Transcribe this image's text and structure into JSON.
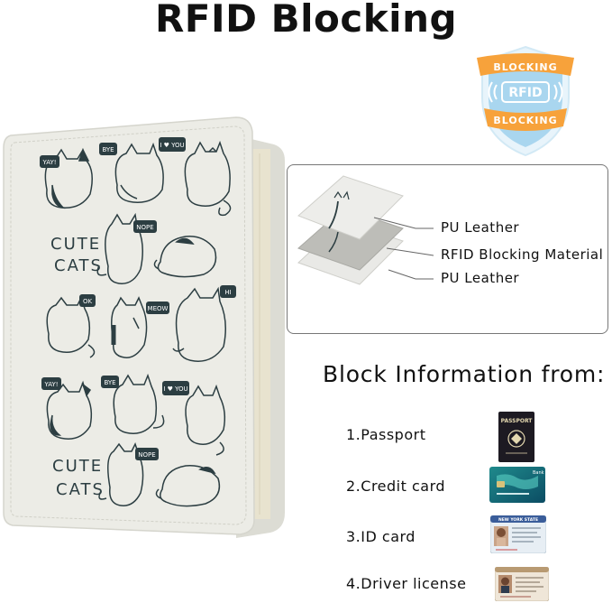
{
  "title": "RFID Blocking",
  "badge": {
    "top_text": "BLOCKING",
    "center_text": "RFID",
    "bottom_text": "BLOCKING",
    "colors": {
      "ribbon": "#f7a23b",
      "shield": "#a9d6ef",
      "shield_border": "#e8f4fb"
    }
  },
  "wallet": {
    "cover_color": "#ecece6",
    "line_color": "#2c3e42",
    "speech_bubbles": [
      "YAY!",
      "BYE",
      "I ♥ YOU",
      "NOPE",
      "OK",
      "MEOW",
      "HI",
      "YAY!",
      "BYE",
      "I ♥ YOU",
      "NOPE"
    ],
    "slogans": [
      [
        "CUTE",
        "CATS"
      ],
      [
        "CUTE",
        "CATS"
      ]
    ]
  },
  "layers": [
    {
      "label": "PU Leather"
    },
    {
      "label": "RFID Blocking Material"
    },
    {
      "label": "PU Leather"
    }
  ],
  "block_info": {
    "heading": "Block Information from:",
    "items": [
      {
        "label": "1.Passport",
        "icon": "passport-icon",
        "doc_text": "PASSPORT"
      },
      {
        "label": "2.Credit card",
        "icon": "credit-card-icon",
        "doc_text": "Bank"
      },
      {
        "label": "3.ID card",
        "icon": "id-card-icon",
        "doc_text": "NEW YORK STATE"
      },
      {
        "label": "4.Driver license",
        "icon": "driver-license-icon",
        "doc_text": ""
      }
    ]
  }
}
